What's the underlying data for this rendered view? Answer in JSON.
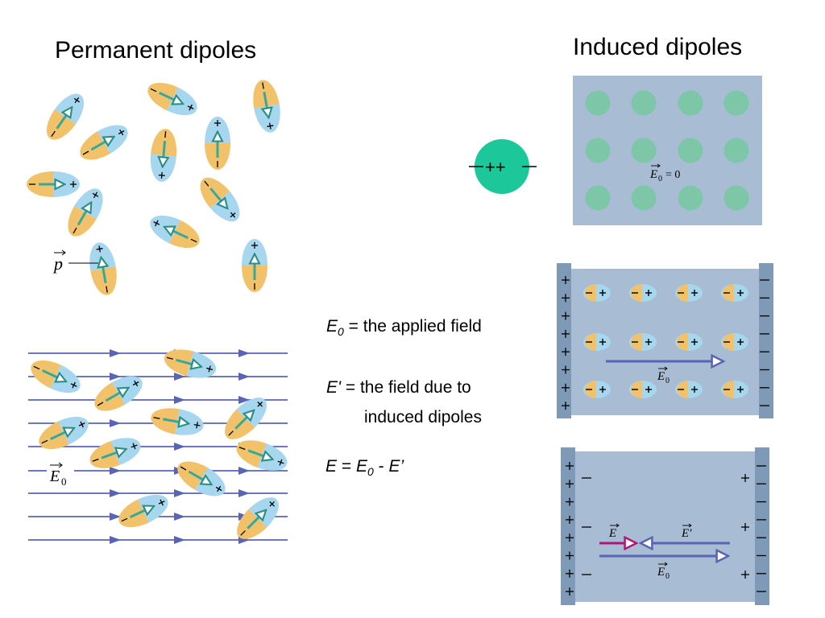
{
  "titles": {
    "permanent": "Permanent dipoles",
    "induced": "Induced dipoles"
  },
  "labels": {
    "p_vector": "p",
    "e0_vector": "E",
    "e0_subscript": "0",
    "ef_zero_text": "= 0",
    "e_vector": "E",
    "eprime_vector": "E′",
    "plus": "+",
    "minus": "−",
    "plusplus": "++"
  },
  "equations": {
    "e0_symbol": "E",
    "e0_sub": "0",
    "e0_text": " = the applied field",
    "eprime_symbol": "E'",
    "eprime_text": " = the field due to",
    "eprime_text2": "induced dipoles",
    "rel_lhs": "E",
    "rel_mid": " = ",
    "rel_e0": "E",
    "rel_e0_sub": "0",
    "rel_minus": " - ",
    "rel_eprime": "E’"
  },
  "colors": {
    "dipole_pos": "#a7d6ef",
    "dipole_neg": "#f2c26b",
    "arrow": "#38a89b",
    "field_line": "#5a64b4",
    "panel": "#a8bcd4",
    "plate": "#7f9ab7",
    "circle": "#7ec6a8",
    "charge_ball": "#1cc79a",
    "e_arrow": "#b0177a"
  }
}
